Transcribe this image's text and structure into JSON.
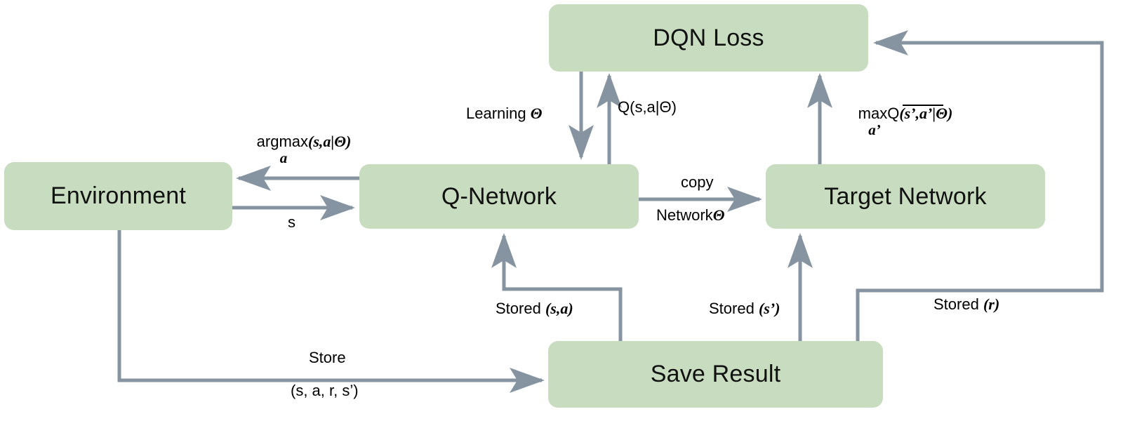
{
  "diagram": {
    "title": "DQN training loop diagram",
    "colors": {
      "node_fill": "#c8dcc0",
      "edge_stroke": "#8694a2",
      "text": "#000000",
      "background": "#ffffff"
    },
    "nodes": [
      {
        "id": "environment",
        "label": "Environment"
      },
      {
        "id": "q_network",
        "label": "Q-Network"
      },
      {
        "id": "target_network",
        "label": "Target Network"
      },
      {
        "id": "dqn_loss",
        "label": "DQN Loss"
      },
      {
        "id": "save_result",
        "label": "Save Result"
      }
    ],
    "edges": [
      {
        "id": "q-to-env",
        "from": "q_network",
        "to": "environment",
        "label_main": "argmax",
        "label_math": "(s,a|Θ)",
        "label_sub": "a"
      },
      {
        "id": "env-to-q",
        "from": "environment",
        "to": "q_network",
        "label_math": "s"
      },
      {
        "id": "loss-to-q",
        "from": "dqn_loss",
        "to": "q_network",
        "label_main": "Learning ",
        "label_math": "Θ"
      },
      {
        "id": "q-to-loss",
        "from": "q_network",
        "to": "dqn_loss",
        "label_math": "Q(s,a|Θ)"
      },
      {
        "id": "q-to-target",
        "from": "q_network",
        "to": "target_network",
        "label_above": "copy",
        "label_below_main": "Network",
        "label_below_math": "Θ"
      },
      {
        "id": "target-to-loss",
        "from": "target_network",
        "to": "dqn_loss",
        "label_main": "maxQ",
        "label_math": "(s’,a’|Θ)",
        "label_sub": "a’"
      },
      {
        "id": "env-to-save",
        "from": "environment",
        "to": "save_result",
        "label_above": "Store",
        "label_below_math": "(s, a, r, s’)"
      },
      {
        "id": "save-to-q",
        "from": "save_result",
        "to": "q_network",
        "label_main": "Stored ",
        "label_math": "(s,a)"
      },
      {
        "id": "save-to-target",
        "from": "save_result",
        "to": "target_network",
        "label_main": "Stored ",
        "label_math": "(s’)"
      },
      {
        "id": "save-to-loss",
        "from": "save_result",
        "to": "dqn_loss",
        "label_main": "Stored ",
        "label_math": "(r)"
      }
    ]
  }
}
